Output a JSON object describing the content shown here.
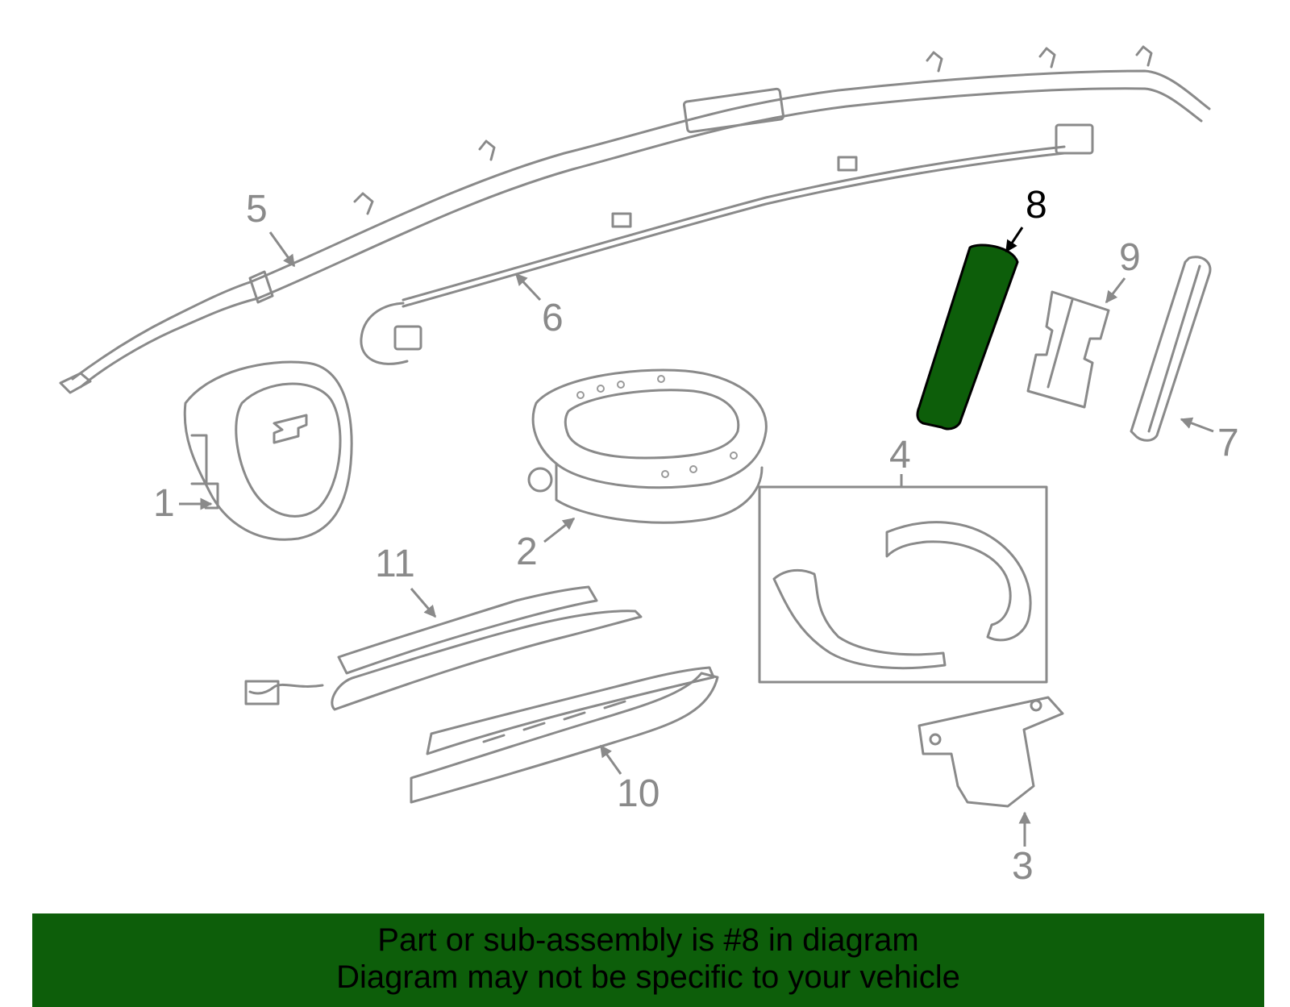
{
  "diagram": {
    "highlight_color": "#0d5e0a",
    "highlighted_part": "8",
    "callouts": [
      "1",
      "2",
      "3",
      "4",
      "5",
      "6",
      "7",
      "8",
      "9",
      "10",
      "11"
    ]
  },
  "banner": {
    "line1": "Part or sub-assembly is #8 in diagram",
    "line2": "Diagram may not be specific to your vehicle",
    "background": "#0d5e0a"
  }
}
